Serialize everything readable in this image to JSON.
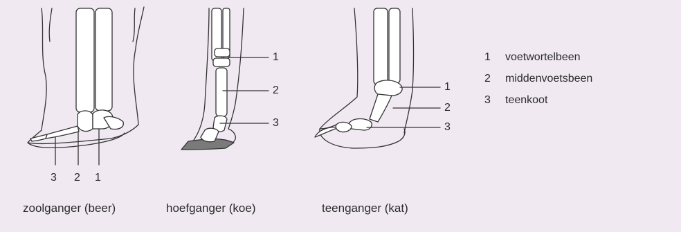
{
  "animals": [
    {
      "caption": "zoolganger (beer)",
      "markers": [
        "3",
        "2",
        "1"
      ]
    },
    {
      "caption": "hoefganger (koe)",
      "markers": [
        "1",
        "2",
        "3"
      ]
    },
    {
      "caption": "teenganger (kat)",
      "markers": [
        "1",
        "2",
        "3"
      ]
    }
  ],
  "legend": [
    {
      "number": "1",
      "term": "voetwortelbeen"
    },
    {
      "number": "2",
      "term": "middenvoetsbeen"
    },
    {
      "number": "3",
      "term": "teenkoot"
    }
  ],
  "colors": {
    "background": "#f0e9f2",
    "outline": "#333333",
    "bone_fill": "#ffffff",
    "hoof": "#7a7a7a"
  }
}
